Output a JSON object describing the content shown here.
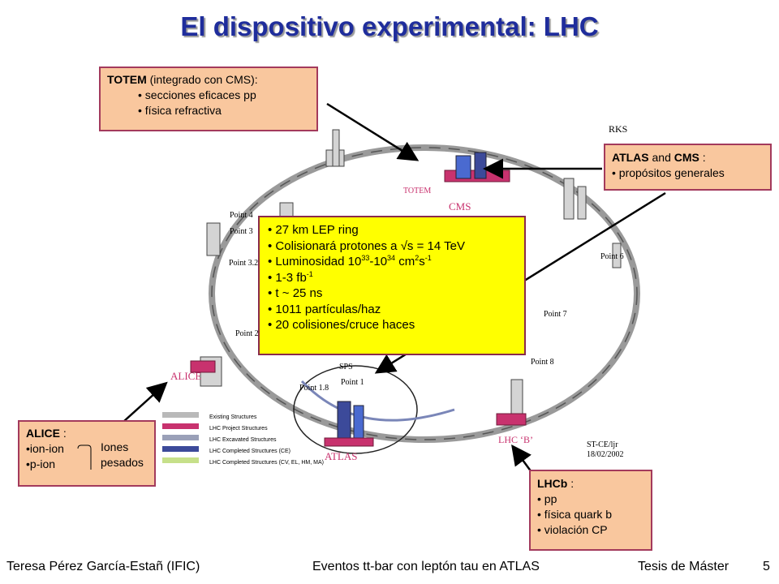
{
  "title": "El dispositivo experimental: LHC",
  "totem_box": {
    "heading": "TOTEM",
    "heading_suffix": " (integrado con CMS):",
    "items": [
      "• secciones eficaces pp",
      "• física refractiva"
    ]
  },
  "atlas_cms_box": {
    "h1": "ATLAS",
    "mid": " and ",
    "h2": "CMS",
    "suffix": " :",
    "items": [
      "• propósitos generales"
    ]
  },
  "yellow_box": {
    "items": [
      {
        "bullet": "•",
        "text": " 27 km LEP ring"
      },
      {
        "bullet": "•",
        "text": " Colisionará protones a √s = 14 TeV"
      },
      {
        "bullet": "•",
        "pre": " Luminosidad 10",
        "sup1": "33",
        "mid": "-10",
        "sup2": "34",
        "post": " cm",
        "sup3": "2",
        "post2": "s",
        "sup4": "-1"
      },
      {
        "bullet": "•",
        "pre": " 1-3 fb",
        "sup1": "-1"
      },
      {
        "bullet": "•",
        "text": " t ~ 25 ns"
      },
      {
        "bullet": "•",
        "text": " 1011 partículas/haz"
      },
      {
        "bullet": "•",
        "text": " 20 colisiones/cruce haces"
      }
    ]
  },
  "alice_box": {
    "heading": "ALICE",
    "suffix": " :",
    "item1": "•ion-ion",
    "item2": "•p-ion",
    "group1": "Iones",
    "group2": "pesados"
  },
  "lhcb_box": {
    "heading": "LHCb",
    "suffix": " :",
    "items": [
      "• pp",
      "• física quark b",
      "• violación CP"
    ]
  },
  "map": {
    "rks": "RKS",
    "totem": "TOTEM",
    "cms": "CMS",
    "point4": "Point 4",
    "point3": "Point 3",
    "point32": "Point 3.2",
    "point2": "Point 2",
    "alice": "ALICE",
    "sps": "SPS",
    "point1": "Point 1",
    "point18": "Point 1.8",
    "atlas": "ATLAS",
    "point7": "Point 7",
    "point8": "Point 8",
    "lhcb": "LHC ‘B’",
    "point6": "Point 6",
    "stamp1": "ST-CE/ljr",
    "stamp2": "18/02/2002",
    "legend": [
      {
        "label": "Existing Structures",
        "color": "#b9b9b9"
      },
      {
        "label": "LHC Project Structures",
        "color": "#c8326e"
      },
      {
        "label": "LHC Excavated Structures",
        "color": "#9aa0b8"
      },
      {
        "label": "LHC Completed Structures (CE)",
        "color": "#3c4a9a"
      },
      {
        "label": "LHC Completed Structures (CV, EL, HM, MA)",
        "color": "#c6e08a"
      }
    ]
  },
  "footer": {
    "left": "Teresa Pérez García-Estañ (IFIC)",
    "center": "Eventos tt-bar con leptón tau en ATLAS",
    "right": "Tesis de Máster",
    "page": "5"
  }
}
